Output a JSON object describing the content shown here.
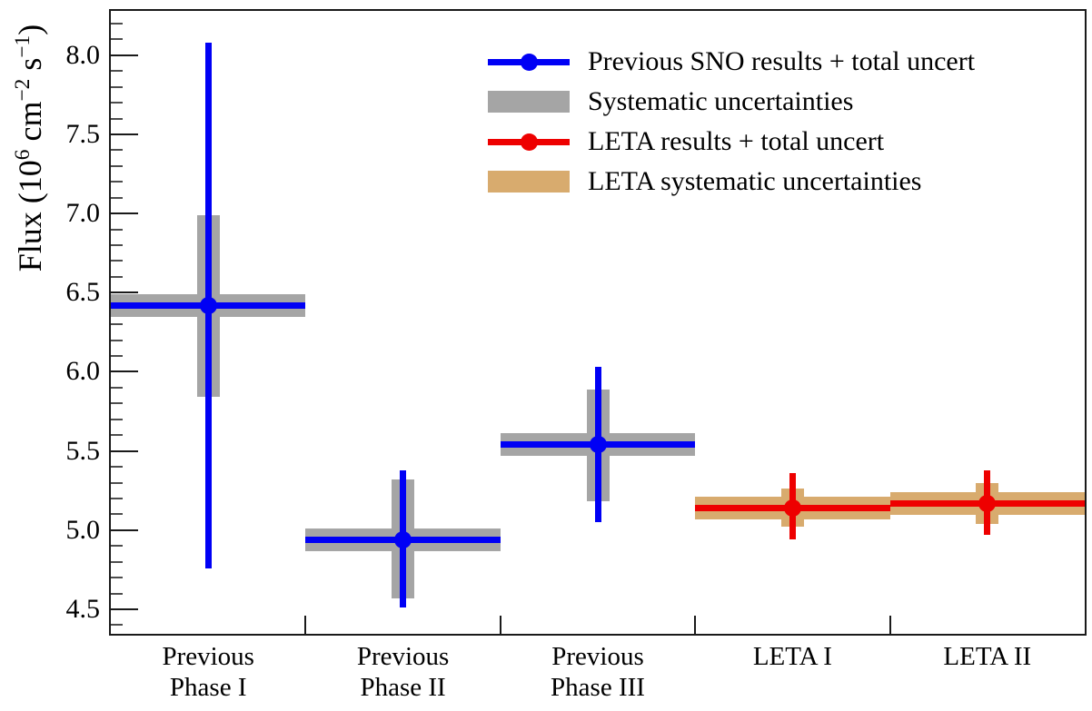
{
  "figure": {
    "background": "#ffffff",
    "frame_color": "#1a1a1a",
    "text_color": "#000000"
  },
  "y_axis": {
    "title_plain": "Flux (10^6 cm^-2 s^-1)",
    "title_parts": [
      {
        "text": "Flux (10"
      },
      {
        "text": "6",
        "sup": true
      },
      {
        "text": " cm"
      },
      {
        "text": "−2",
        "sup": true
      },
      {
        "text": " s"
      },
      {
        "text": "−1",
        "sup": true
      },
      {
        "text": ")"
      }
    ]
  },
  "legend": {
    "items": [
      {
        "label": "Previous SNO results + total uncert",
        "marker": "line-dot",
        "color": "#0000f5"
      },
      {
        "label": "Systematic uncertainties",
        "marker": "box",
        "color": "#a5a5a5"
      },
      {
        "label": "LETA results + total uncert",
        "marker": "line-dot",
        "color": "#ee0000"
      },
      {
        "label": "LETA systematic uncertainties",
        "marker": "box",
        "color": "#d8ab6e"
      }
    ]
  },
  "chart_data": {
    "type": "scatter",
    "title": "",
    "ylabel": "Flux (10^6 cm^-2 s^-1)",
    "ylim": [
      4.345,
      8.28
    ],
    "yticks": [
      4.5,
      5.0,
      5.5,
      6.0,
      6.5,
      7.0,
      7.5,
      8.0
    ],
    "y_minor_step": 0.1,
    "grid": false,
    "legend_position": "top-right",
    "categories": [
      "Previous Phase I",
      "Previous Phase II",
      "Previous Phase III",
      "LETA I",
      "LETA II"
    ],
    "category_label_lines": [
      [
        "Previous",
        "Phase I"
      ],
      [
        "Previous",
        "Phase II"
      ],
      [
        "Previous",
        "Phase III"
      ],
      [
        "LETA I"
      ],
      [
        "LETA II"
      ]
    ],
    "series": [
      {
        "name": "Previous SNO results + total uncert",
        "band_name": "Systematic uncertainties",
        "line_color": "#0000f5",
        "band_color": "#a5a5a5",
        "points": [
          {
            "category": "Previous Phase I",
            "bin": 0,
            "value": 6.42,
            "total_low": 4.76,
            "total_high": 8.08,
            "syst_low": 5.84,
            "syst_high": 6.99
          },
          {
            "category": "Previous Phase II",
            "bin": 1,
            "value": 4.94,
            "total_low": 4.51,
            "total_high": 5.38,
            "syst_low": 4.57,
            "syst_high": 5.32
          },
          {
            "category": "Previous Phase III",
            "bin": 2,
            "value": 5.54,
            "total_low": 5.05,
            "total_high": 6.03,
            "syst_low": 5.18,
            "syst_high": 5.89
          }
        ]
      },
      {
        "name": "LETA results + total uncert",
        "band_name": "LETA systematic uncertainties",
        "line_color": "#ee0000",
        "band_color": "#d8ab6e",
        "points": [
          {
            "category": "LETA I",
            "bin": 3,
            "value": 5.14,
            "total_low": 4.94,
            "total_high": 5.36,
            "syst_low": 5.02,
            "syst_high": 5.26
          },
          {
            "category": "LETA II",
            "bin": 4,
            "value": 5.17,
            "total_low": 4.97,
            "total_high": 5.38,
            "syst_low": 5.04,
            "syst_high": 5.3
          }
        ]
      }
    ]
  }
}
